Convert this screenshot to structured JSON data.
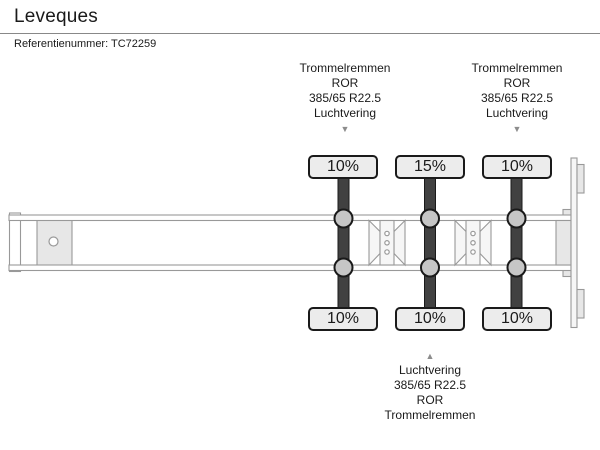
{
  "header": {
    "title": "Leveques",
    "reference": "Referentienummer: TC72259"
  },
  "spec_labels": {
    "top": [
      {
        "lines": [
          "Trommelremmen",
          "ROR",
          "385/65 R22.5",
          "Luchtvering"
        ]
      },
      {
        "lines": [
          "Trommelremmen",
          "ROR",
          "385/65 R22.5",
          "Luchtvering"
        ]
      }
    ],
    "bottom": {
      "lines": [
        "Luchtvering",
        "385/65 R22.5",
        "ROR",
        "Trommelremmen"
      ]
    }
  },
  "axle_loads": {
    "top": [
      "10%",
      "15%",
      "10%"
    ],
    "bottom": [
      "10%",
      "10%",
      "10%"
    ]
  },
  "icons": {
    "down_arrow": "▼",
    "up_arrow": "▲"
  },
  "colors": {
    "ink": "#1a1a1a",
    "outline": "#999999",
    "divider": "#888888",
    "axle": "#414141",
    "hub": "#c6c6c6",
    "tire_box": "#ececec",
    "plate": "#e7e7e7",
    "arrow": "#8c8c8c"
  }
}
